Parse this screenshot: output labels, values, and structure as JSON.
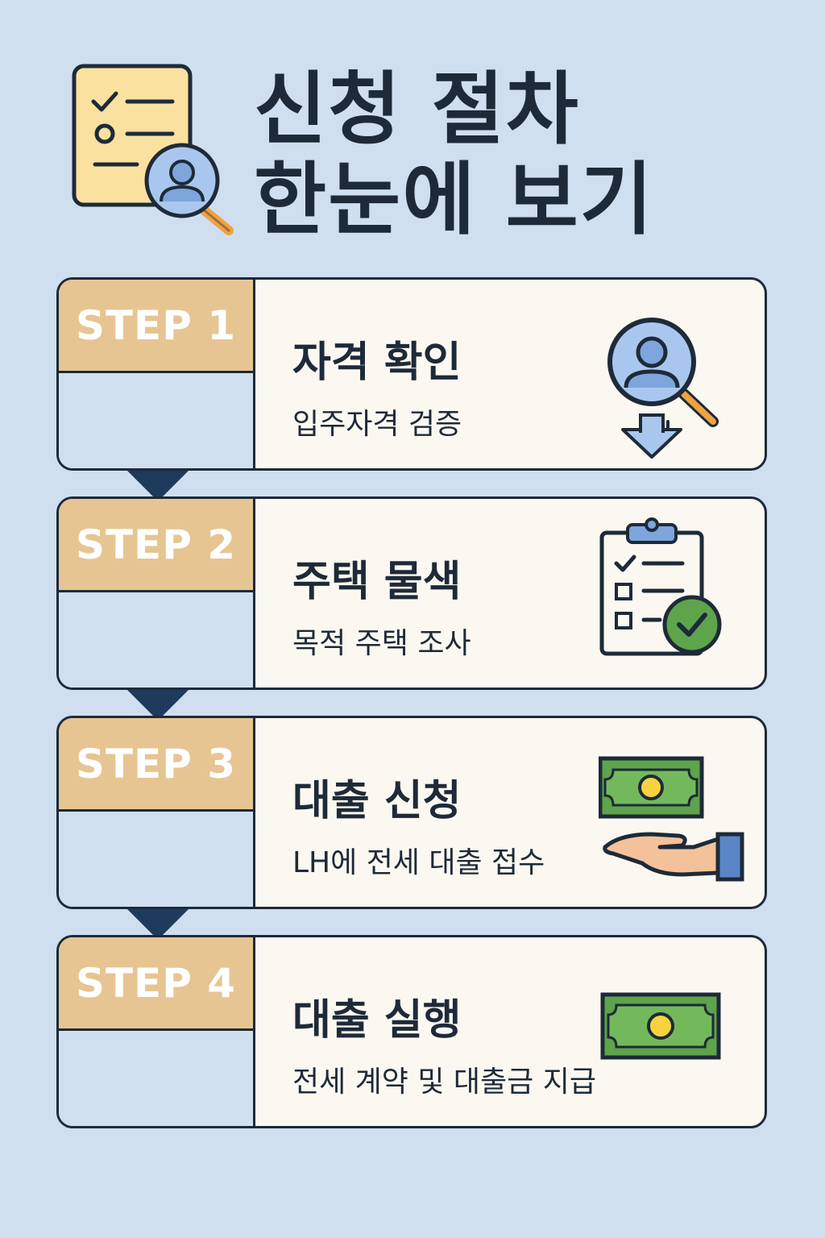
{
  "header": {
    "title_line1": "신청 절차",
    "title_line2": "한눈에 보기",
    "icon": "checklist-magnifier-icon"
  },
  "steps": [
    {
      "badge": "STEP 1",
      "title": "자격 확인",
      "description": "입주자격 검증",
      "icon": "person-search-icon"
    },
    {
      "badge": "STEP 2",
      "title": "주택 물색",
      "description": "목적 주택 조사",
      "icon": "clipboard-check-icon"
    },
    {
      "badge": "STEP 3",
      "title": "대출 신청",
      "description": "LH에 전세 대출 접수",
      "icon": "cash-hand-icon"
    },
    {
      "badge": "STEP 4",
      "title": "대출 실행",
      "description": "전세 계약 및 대출금 지급",
      "icon": "banknote-icon"
    }
  ],
  "colors": {
    "background": "#cfdff0",
    "badge": "#e6c592",
    "card": "#fbf8f1",
    "outline": "#1e2a38",
    "accent_blue": "#7ea6dc",
    "accent_orange": "#f0a340",
    "accent_green": "#5da44a",
    "doc_yellow": "#fbe1a0"
  }
}
